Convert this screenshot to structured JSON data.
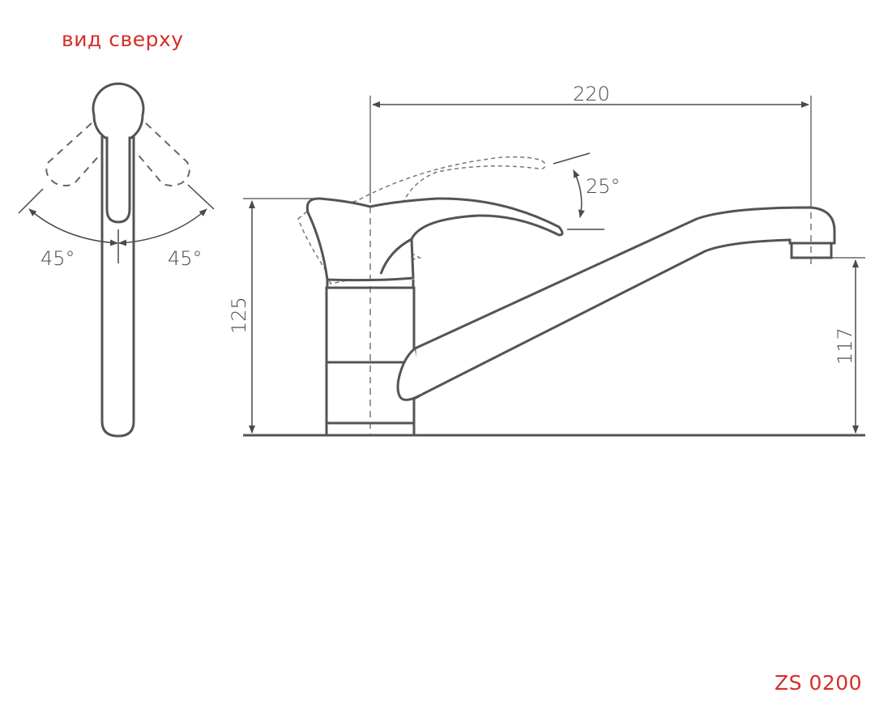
{
  "title": "вид сверху",
  "model": "ZS 0200",
  "colors": {
    "accent_red": "#d62d27",
    "outline": "#545454",
    "dimension": "#4a4a4a",
    "hidden_line": "#777777"
  },
  "top_view": {
    "label": "вид сверху",
    "rotation_left": "45°",
    "rotation_right": "45°"
  },
  "side_view": {
    "width_dimension": "220",
    "height_dimension": "125",
    "spout_height_dimension": "117",
    "lever_angle": "25°"
  }
}
